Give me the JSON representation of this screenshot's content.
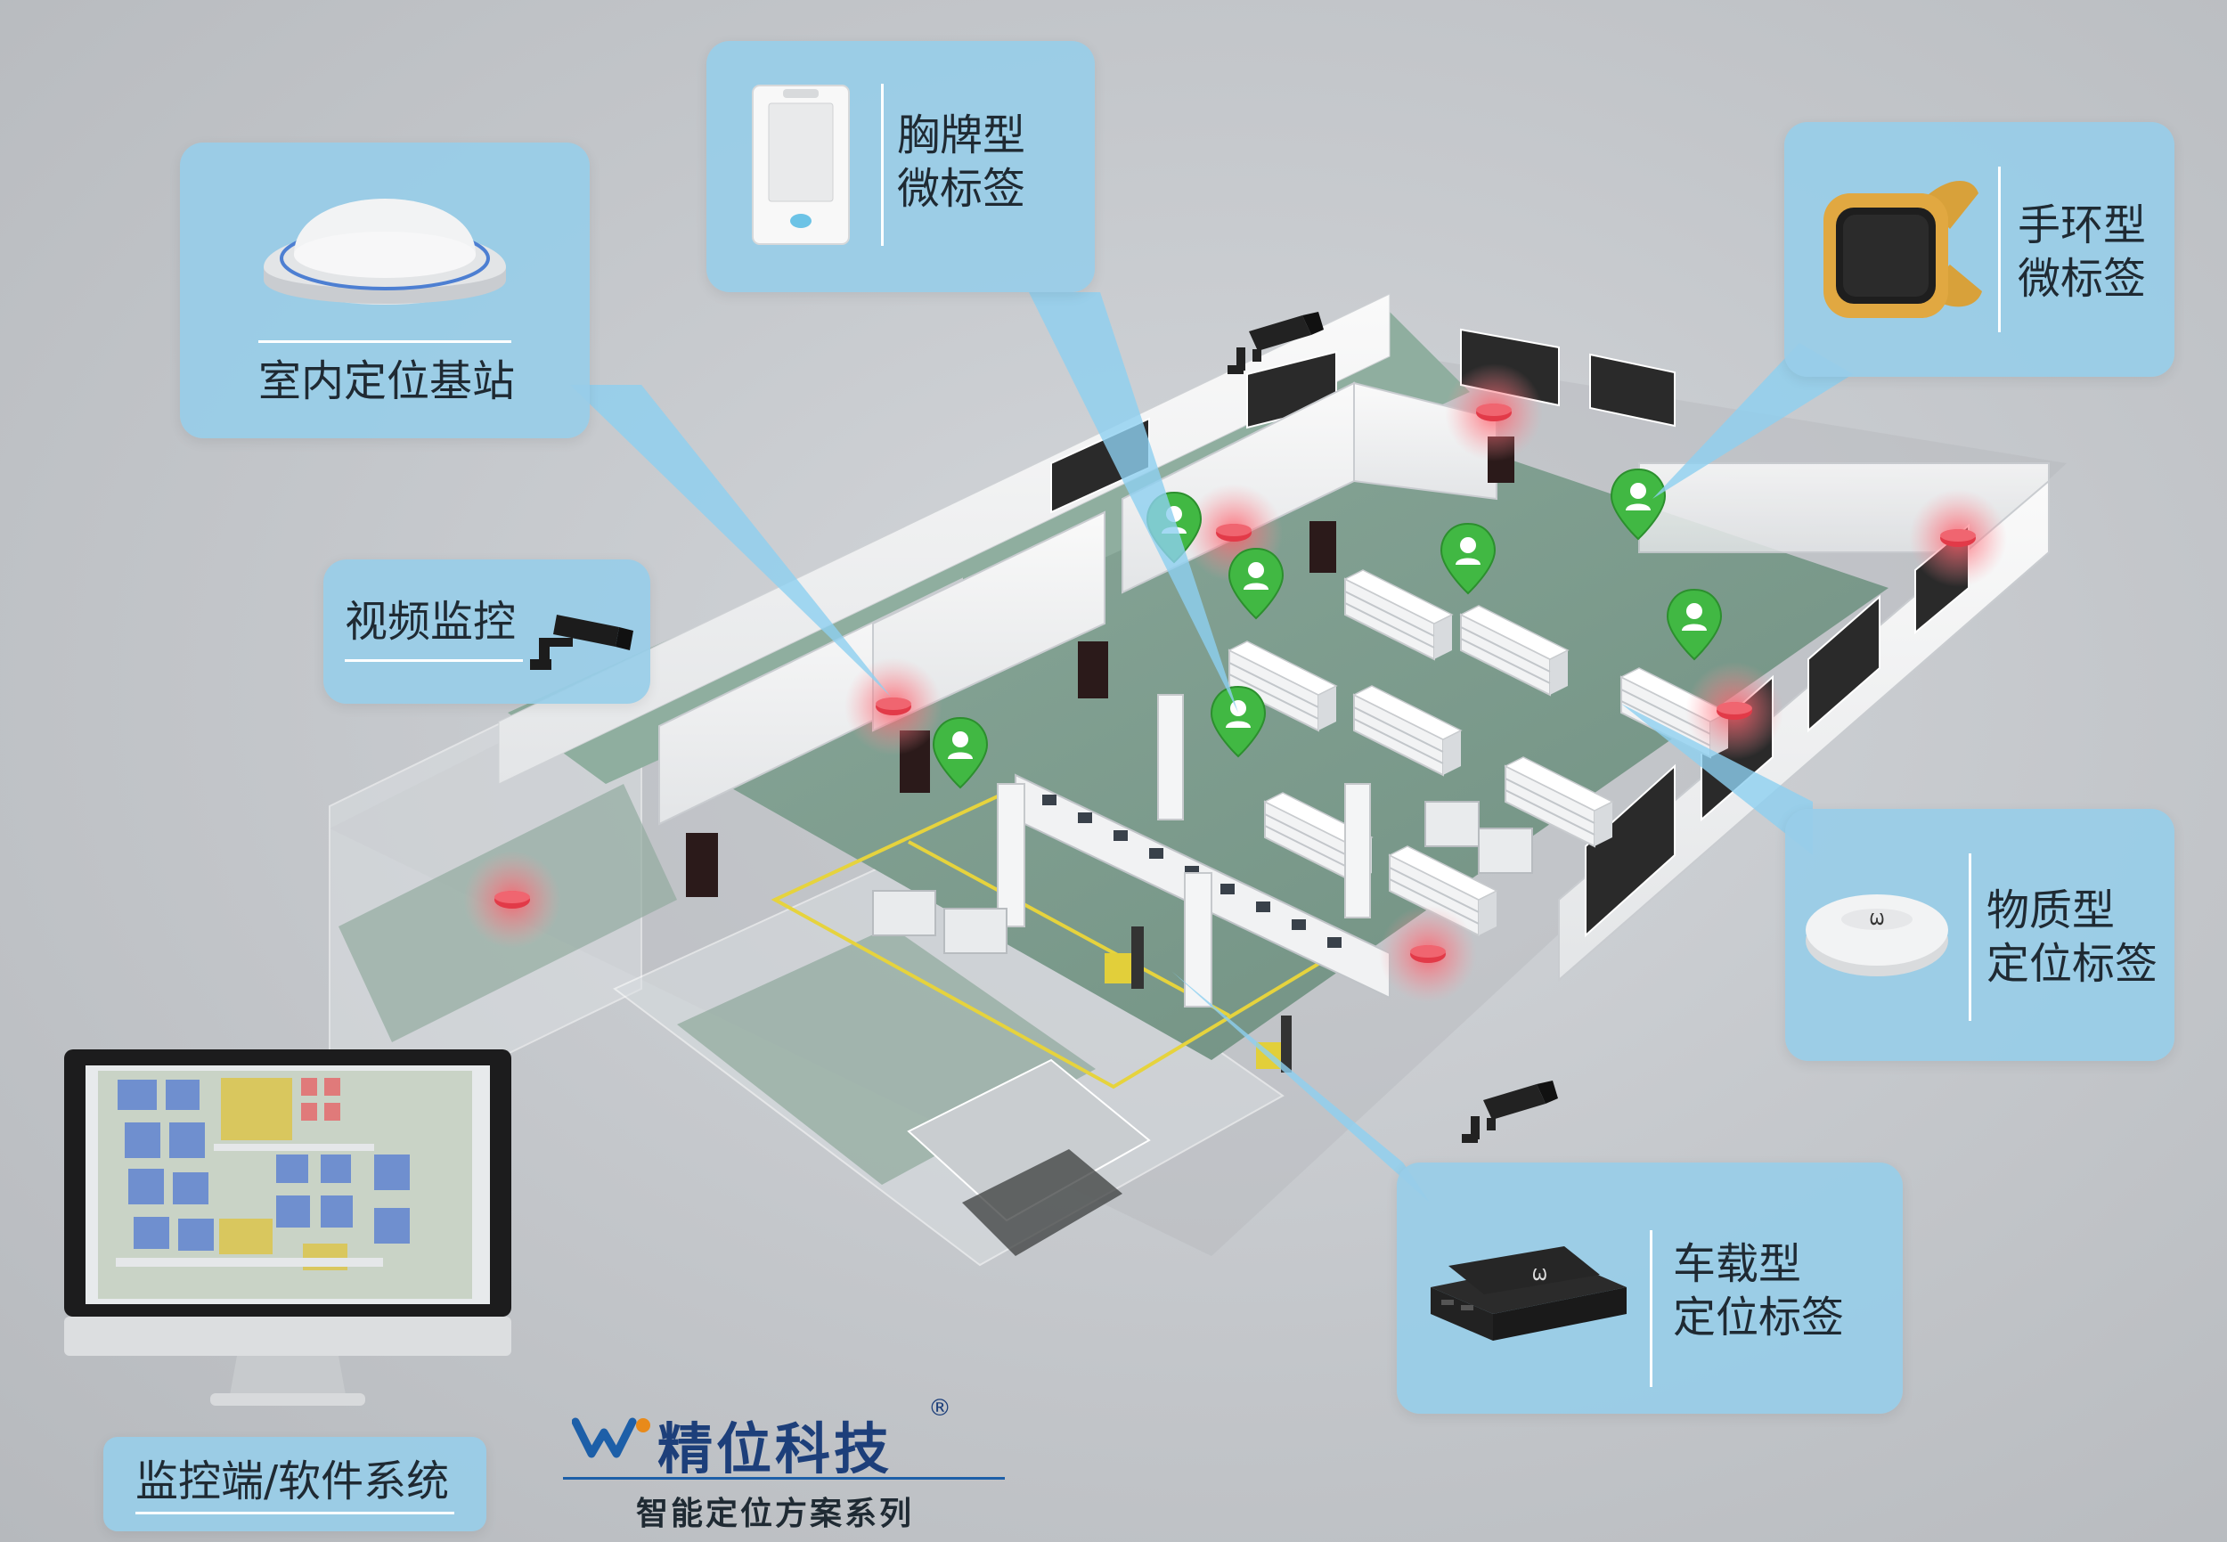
{
  "colors": {
    "callout_bg": "#98cde8",
    "pointer": "#8fd0f0",
    "floor_green": "#7e9c8e",
    "pin_green": "#3fb63f",
    "beacon_red": "#e8434f",
    "brand_blue": "#1d5fa8",
    "brand_orange": "#e88a1a"
  },
  "callouts": {
    "base_station": {
      "label": "室内定位基站",
      "icon": "ceiling-beacon-icon"
    },
    "badge_tag": {
      "label": "胸牌型\n微标签",
      "icon": "badge-tag-icon"
    },
    "wristband_tag": {
      "label": "手环型\n微标签",
      "icon": "wristband-tag-icon"
    },
    "video_monitor": {
      "label": "视频监控",
      "icon": "cctv-camera-icon"
    },
    "material_tag": {
      "label": "物质型\n定位标签",
      "icon": "puck-tag-icon"
    },
    "vehicle_tag": {
      "label": "车载型\n定位标签",
      "icon": "vehicle-tag-icon"
    },
    "software": {
      "label": "监控端/软件系统",
      "icon": "monitor-icon"
    }
  },
  "brand": {
    "name": "精位科技",
    "registered": "®",
    "slogan": "智能定位方案系列"
  }
}
